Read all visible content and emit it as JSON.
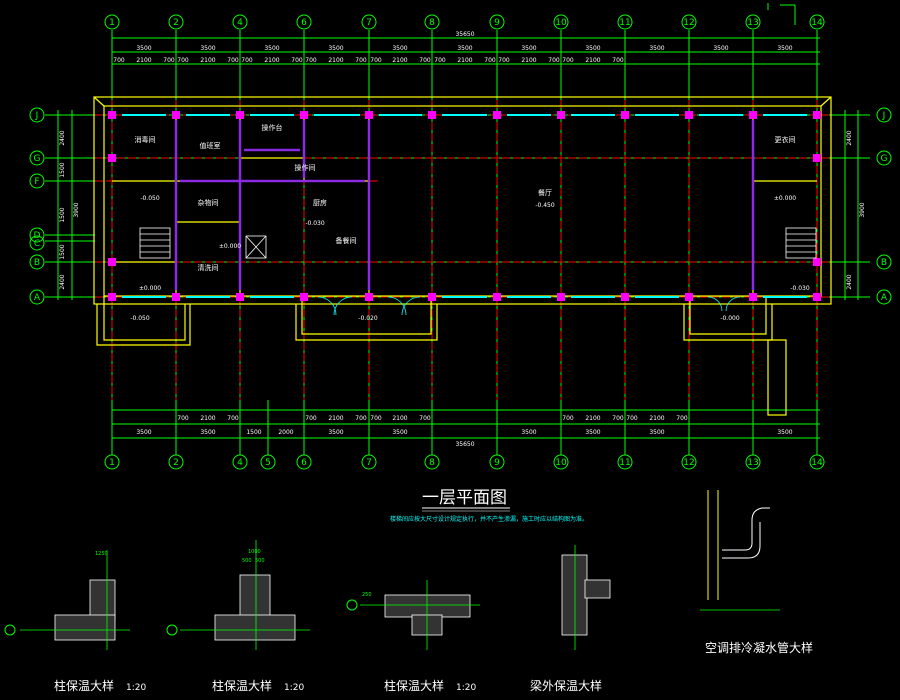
{
  "title": "一层平面图",
  "note": "楼梯间应按大尺寸设计规定执行，并不产生渗漏，施工时应以结构图为准。",
  "grid": {
    "cols": [
      "1",
      "2",
      "4",
      "5",
      "6",
      "7",
      "8",
      "9",
      "10",
      "11",
      "12",
      "13",
      "14"
    ],
    "rows": [
      "J",
      "G",
      "F",
      "D",
      "C",
      "B",
      "A"
    ]
  },
  "dims": {
    "overall": "35650",
    "top_bays": [
      "3500",
      "3500",
      "3500",
      "3500",
      "3500",
      "3500",
      "3500",
      "3500",
      "3500",
      "3500",
      "3500"
    ],
    "top_sub": [
      "700",
      "2100",
      "700",
      "700",
      "2100",
      "700",
      "700",
      "2100",
      "700",
      "700",
      "2100",
      "700",
      "700",
      "2100",
      "700",
      "700",
      "2100",
      "700",
      "700",
      "2100",
      "700",
      "700",
      "2100",
      "700"
    ],
    "bottom_sub": [
      "700",
      "2100",
      "700",
      "700",
      "2100",
      "700",
      "700",
      "2100",
      "700",
      "700",
      "2100",
      "700",
      "700",
      "2100",
      "700"
    ],
    "bottom_bays": [
      "3500",
      "3500",
      "1500",
      "2000",
      "3500",
      "3500",
      "3500",
      "3500",
      "3500",
      "3500"
    ],
    "left_side": [
      "2400",
      "1500",
      "3900",
      "1500",
      "1500",
      "2400"
    ],
    "right_side": [
      "2400",
      "3900",
      "2400"
    ]
  },
  "rooms": {
    "cleaning": "消毒间",
    "office": "值班室",
    "operation_room": "操作台",
    "operation": "操作间",
    "storage": "杂物间",
    "kitchen": "厨房",
    "washing": "清洗间",
    "prep": "备餐间",
    "hall": "餐厅",
    "dressing": "更衣间"
  },
  "elevations": {
    "e1": "-0.050",
    "e2": "±0.000",
    "e3": "-0.030",
    "e4": "-0.020",
    "e5": "-0.450",
    "e6": "±0.000",
    "e7": "-0.030",
    "e8": "-0.050",
    "e9": "±0.000",
    "e10": "-0.000"
  },
  "details": [
    {
      "title": "柱保温大样",
      "scale": "1:20"
    },
    {
      "title": "柱保温大样",
      "scale": "1:20"
    },
    {
      "title": "柱保温大样",
      "scale": "1:20"
    },
    {
      "title": "梁外保温大样",
      "scale": ""
    },
    {
      "title": "空调排冷凝水管大样",
      "scale": ""
    }
  ],
  "detail_dims": [
    "1250",
    "1000",
    "500",
    "500",
    "250"
  ],
  "colors": {
    "background": "#000000",
    "grid_axis": "#00ff00",
    "wall": "#ffff00",
    "centerline": "#ff0000",
    "window": "#00ffff",
    "column": "#ff00ff",
    "text": "#ffffff"
  }
}
